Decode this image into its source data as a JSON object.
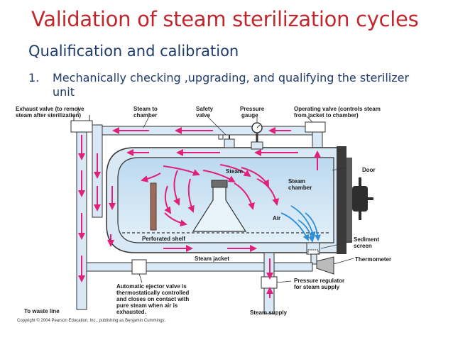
{
  "slide": {
    "title": "Validation of steam sterilization cycles",
    "subtitle": "Qualification and calibration",
    "bullet_number": "1.",
    "bullet_text": "Mechanically checking ,upgrading, and qualifying the sterilizer unit"
  },
  "diagram": {
    "labels": {
      "exhaust_valve_1": "Exhaust valve (to remove",
      "exhaust_valve_2": "steam after sterilization)",
      "steam_to_chamber_1": "Steam to",
      "steam_to_chamber_2": "chamber",
      "safety_valve_1": "Safety",
      "safety_valve_2": "valve",
      "pressure_gauge_1": "Pressure",
      "pressure_gauge_2": "gauge",
      "operating_valve_1": "Operating valve (controls steam",
      "operating_valve_2": "from jacket to chamber)",
      "steam": "Steam",
      "door": "Door",
      "steam_chamber_1": "Steam",
      "steam_chamber_2": "chamber",
      "air": "Air",
      "perforated_shelf": "Perforated shelf",
      "sediment_screen_1": "Sediment",
      "sediment_screen_2": "screen",
      "steam_jacket": "Steam jacket",
      "thermometer": "Thermometer",
      "ejector_1": "Automatic ejector valve is",
      "ejector_2": "thermostatically controlled",
      "ejector_3": "and closes on contact with",
      "ejector_4": "pure steam when air is",
      "ejector_5": "exhausted.",
      "pressure_regulator_1": "Pressure regulator",
      "pressure_regulator_2": "for steam supply",
      "waste_line": "To waste line",
      "steam_supply": "Steam supply",
      "copyright": "Copyright © 2004 Pearson Education, Inc., publishing as Benjamin Cummings."
    },
    "colors": {
      "steam_arrow": "#e0207a",
      "air_arrow": "#2f8fd6",
      "chamber_fill": "#cfe4f3",
      "pipe_fill": "#d8e8f4",
      "jacket_outline": "#333333",
      "door": "#3a3a3a"
    }
  }
}
